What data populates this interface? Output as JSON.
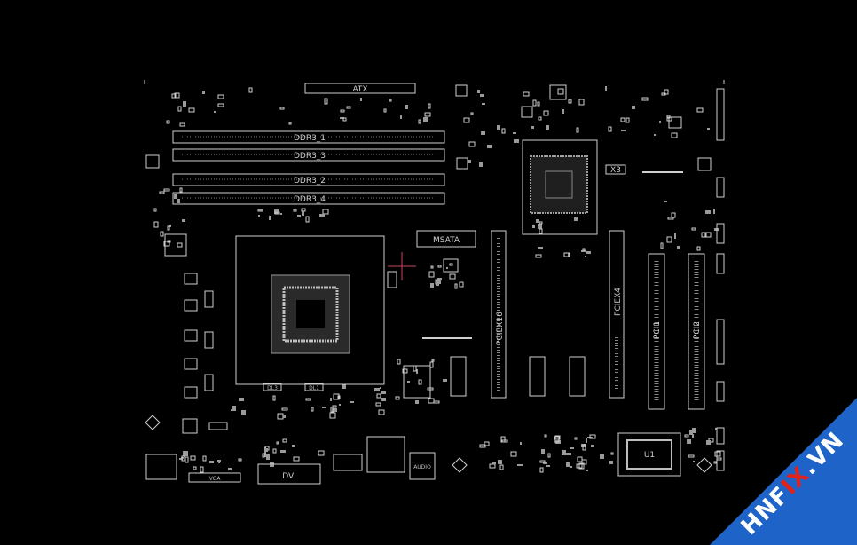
{
  "labels": {
    "atx": "ATX",
    "ddr1": "DDR3_1",
    "ddr2": "DDR3_3",
    "ddr3": "DDR3_2",
    "ddr4": "DDR3_4",
    "msata": "MSATA",
    "pciex16": "PCIEX16",
    "pciex4": "PCIEX4",
    "pci1": "PCI1",
    "pci2": "PCI2",
    "x3": "X3",
    "u1": "U1",
    "vga": "VGA",
    "dvi": "DVI",
    "audio": "AUDIO",
    "dl3": "DL3",
    "dl1": "DL1"
  },
  "watermark": {
    "part1": "HNF",
    "part2": "IX",
    "part3": ".VN",
    "colors": {
      "band": "#1e63c8",
      "accent": "#e2231a",
      "text": "#ffffff"
    }
  }
}
